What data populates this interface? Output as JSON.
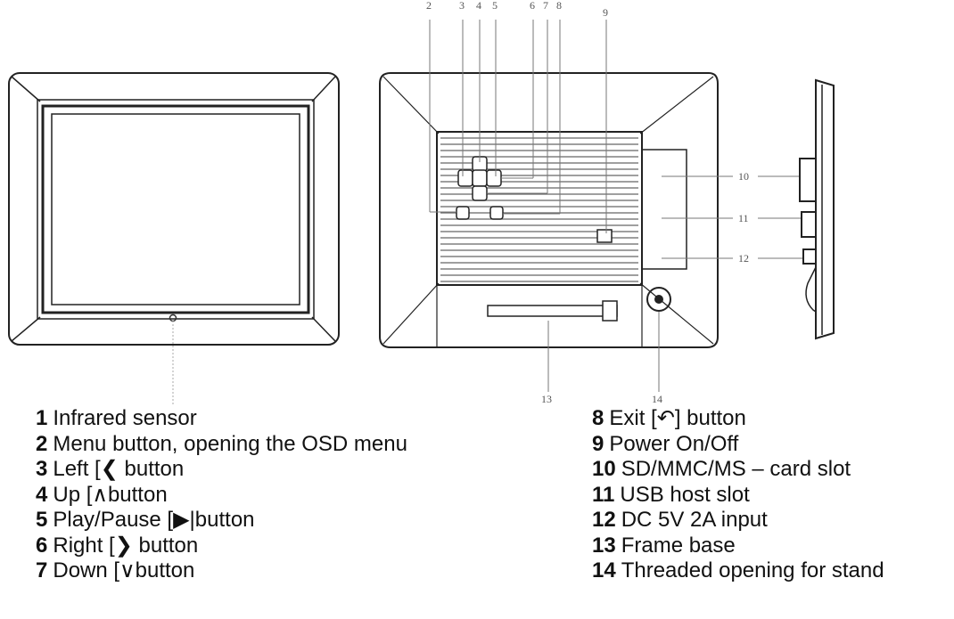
{
  "callout_numbers": [
    "2",
    "3",
    "4",
    "5",
    "6",
    "7",
    "8",
    "9",
    "10",
    "11",
    "12",
    "13",
    "14"
  ],
  "legend": {
    "left": [
      {
        "num": "1",
        "text": "Infrared sensor"
      },
      {
        "num": "2",
        "text": "Menu button, opening the OSD menu"
      },
      {
        "num": "3",
        "text": "Left  [❮ button"
      },
      {
        "num": "4",
        "text": "Up [∧button"
      },
      {
        "num": "5",
        "text": "Play/Pause  [▶|button"
      },
      {
        "num": "6",
        "text": "Right  [❯ button"
      },
      {
        "num": "7",
        "text": "Down [∨button"
      }
    ],
    "right": [
      {
        "num": "8",
        "text": "Exit [↶] button"
      },
      {
        "num": "9",
        "text": "Power On/Off"
      },
      {
        "num": "10",
        "text": "SD/MMC/MS – card slot"
      },
      {
        "num": "11",
        "text": "USB host slot"
      },
      {
        "num": "12",
        "text": "DC 5V 2A input"
      },
      {
        "num": "13",
        "text": "Frame base"
      },
      {
        "num": "14",
        "text": "Threaded opening for stand"
      }
    ]
  }
}
